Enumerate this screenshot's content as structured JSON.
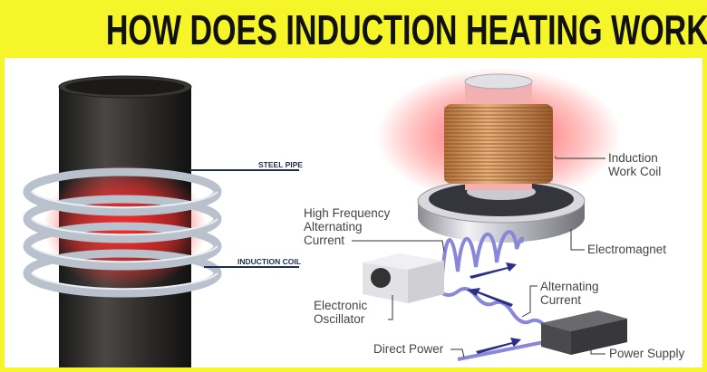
{
  "title": "HOW DOES INDUCTION HEATING WORK",
  "left_diagram": {
    "steel_pipe_label": "STEEL PIPE",
    "induction_coil_label": "INDUCTION COIL"
  },
  "right_diagram": {
    "work_coil_label_1": "Induction",
    "work_coil_label_2": "Work Coil",
    "electromagnet_label": "Electromagnet",
    "hf_current_label_1": "High Frequency",
    "hf_current_label_2": "Alternating",
    "hf_current_label_3": "Current",
    "oscillator_label_1": "Electronic",
    "oscillator_label_2": "Oscillator",
    "ac_label_1": "Alternating",
    "ac_label_2": "Current",
    "direct_power_label": "Direct Power",
    "power_supply_label": "Power Supply"
  },
  "colors": {
    "frame": "#f6f52a",
    "label_line": "#1e2f4d",
    "heat": "#ff2a2a",
    "wire": "#8a86d8"
  }
}
